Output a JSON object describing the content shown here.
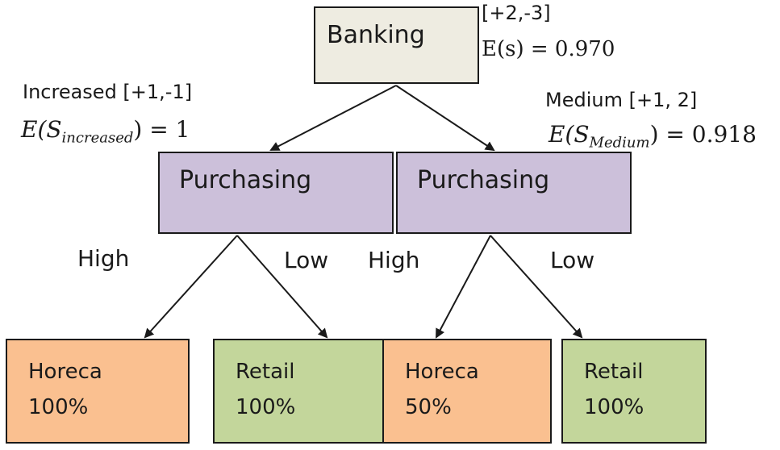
{
  "root": {
    "label": "Banking",
    "counts": "[+2,-3]",
    "entropy": "E(s) = 0.970"
  },
  "left_branch": {
    "annotation": "Increased [+1,-1]",
    "entropy_prefix": "E(S",
    "entropy_sub": "increased",
    "entropy_suffix": ") = 1",
    "node_label": "Purchasing",
    "edge_high": "High",
    "edge_low": "Low",
    "leaves": [
      {
        "name": "Horeca",
        "value": "100%"
      },
      {
        "name": "Retail",
        "value": "100%"
      }
    ]
  },
  "right_branch": {
    "annotation": "Medium [+1, 2]",
    "entropy_prefix": "E(S",
    "entropy_sub": "Medium",
    "entropy_suffix": ") = 0.918",
    "node_label": "Purchasing",
    "edge_high": "High",
    "edge_low": "Low",
    "leaves": [
      {
        "name": "Horeca",
        "value": "50%"
      },
      {
        "name": "Retail",
        "value": "100%"
      }
    ]
  },
  "colors": {
    "root_fill": "#eeece1",
    "mid_fill": "#ccc0da",
    "horeca_fill": "#fac090",
    "retail_fill": "#c3d69b",
    "stroke": "#1a1a1a"
  }
}
